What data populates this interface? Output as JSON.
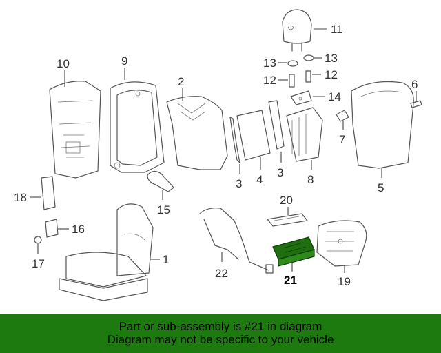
{
  "callouts": {
    "n1": "1",
    "n3a": "3",
    "n3b": "3",
    "n4": "4",
    "n5": "5",
    "n6": "6",
    "n7": "7",
    "n8": "8",
    "n9": "9",
    "n10": "10",
    "n11": "11",
    "n12a": "12",
    "n12b": "12",
    "n13a": "13",
    "n13b": "13",
    "n14": "14",
    "n15": "15",
    "n16": "16",
    "n17": "17",
    "n18": "18",
    "n19": "19",
    "n20": "20",
    "n21": "21",
    "n22": "22",
    "n2": "2"
  },
  "highlight_part": "21",
  "colors": {
    "banner": "#1d7a0e",
    "highlight": "#1f6e10"
  },
  "footer": {
    "line1": "Part or sub-assembly is #21 in diagram",
    "line2": "Diagram may not be specific to your vehicle"
  }
}
